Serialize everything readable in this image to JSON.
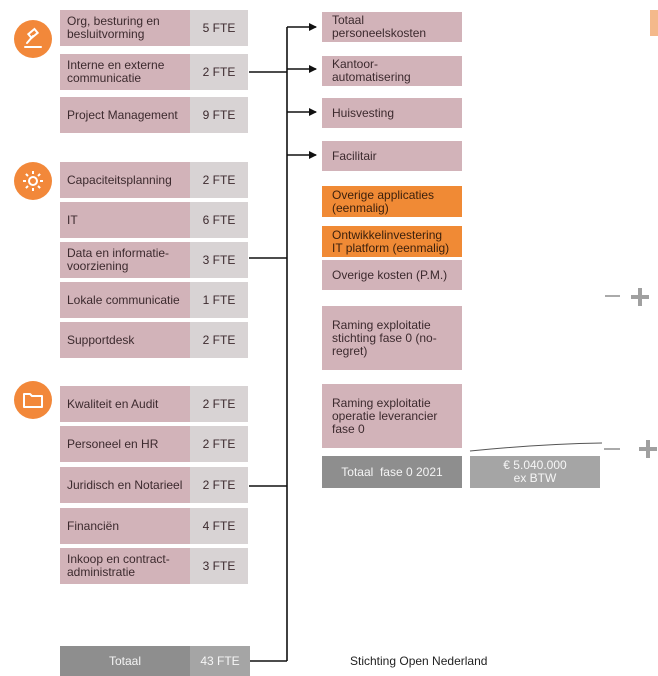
{
  "icons": {
    "group1": "gavel-icon",
    "group2": "gear-icon",
    "group3": "folder-icon"
  },
  "colors": {
    "unit_box": "#d2b3b9",
    "fte_box": "#d8d3d4",
    "orange": "#f08a35",
    "icon_circle": "#f2883a",
    "total_gray": "#8e8e8e"
  },
  "units": [
    {
      "label": "Org, besturing en besluitvorming",
      "fte": "5 FTE"
    },
    {
      "label": "Interne en externe communicatie",
      "fte": "2 FTE"
    },
    {
      "label": "Project Management",
      "fte": "9 FTE"
    },
    {
      "label": "Capaciteitsplanning",
      "fte": "2 FTE"
    },
    {
      "label": "IT",
      "fte": "6 FTE"
    },
    {
      "label": "Data en informatie-voorziening",
      "fte": "3 FTE"
    },
    {
      "label": "Lokale communicatie",
      "fte": "1 FTE"
    },
    {
      "label": "Supportdesk",
      "fte": "2 FTE"
    },
    {
      "label": "Kwaliteit en Audit",
      "fte": "2 FTE"
    },
    {
      "label": "Personeel en HR",
      "fte": "2 FTE"
    },
    {
      "label": "Juridisch en Notarieel",
      "fte": "2 FTE"
    },
    {
      "label": "Financiën",
      "fte": "4 FTE"
    },
    {
      "label": "Inkoop en contract-administratie",
      "fte": "3 FTE"
    }
  ],
  "total": {
    "label": "Totaal",
    "fte": "43 FTE"
  },
  "costs": [
    "Totaal personeelskosten",
    "Kantoor-automatisering",
    "Huisvesting",
    "Facilitair",
    "Overige applicaties (eenmalig)",
    "Ontwikkelinvestering IT platform (eenmalig)",
    "Overige kosten (P.M.)",
    "Raming exploitatie stichting fase 0 (no-regret)",
    "Raming exploitatie operatie leverancier fase 0"
  ],
  "summary": {
    "label": "Totaal  fase 0 2021",
    "amount_line1": "€ 5.040.000",
    "amount_line2": "ex BTW"
  },
  "footer": "Stichting Open Nederland"
}
